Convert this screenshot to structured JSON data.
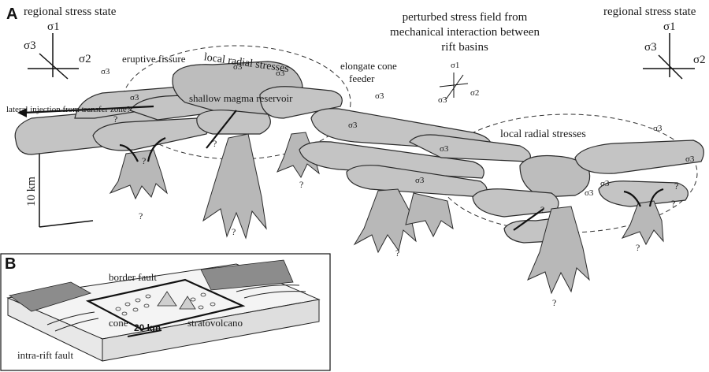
{
  "panel_a": {
    "label": "A",
    "regional_left": {
      "title": "regional stress state",
      "s1": "σ1",
      "s2": "σ2",
      "s3": "σ3"
    },
    "regional_right": {
      "title": "regional stress state",
      "s1": "σ1",
      "s2": "σ2",
      "s3": "σ3"
    },
    "perturbed": {
      "line1": "perturbed stress field from",
      "line2": "mechanical interaction between",
      "line3": "rift basins",
      "s1": "σ1",
      "s2": "σ2",
      "s3": "σ3"
    },
    "local_radial_left": "local radial stresses",
    "local_radial_right": "local radial stresses",
    "eruptive_fissure": "eruptive fissure",
    "elongate_cone_line1": "elongate cone",
    "elongate_cone_line2": "feeder",
    "shallow_reservoir": "shallow magma reservoir",
    "lateral_injection": "lateral injection from transfer zone?",
    "scale_label": "10 km",
    "sigma3": "σ3",
    "question": "?"
  },
  "panel_b": {
    "label": "B",
    "border_fault": "border fault",
    "cone": "cone",
    "scale": "20 km",
    "stratovolcano": "stratovolcano",
    "intra_rift_fault": "intra-rift fault"
  },
  "colors": {
    "magma": "#bdbdbd",
    "outline": "#2b2b2b",
    "fault": "#8c8c8c"
  }
}
